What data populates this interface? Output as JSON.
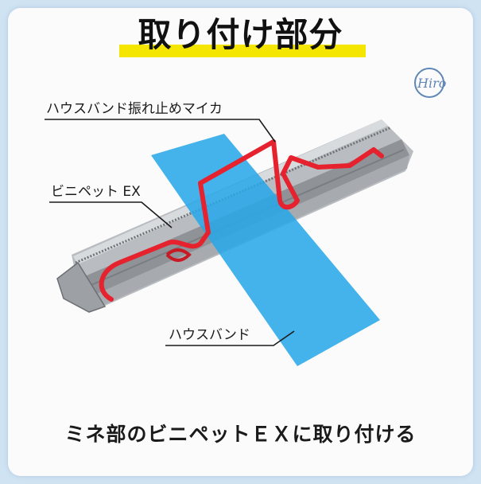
{
  "title": "取り付け部分",
  "caption": "ミネ部のビニペットＥＸに取り付ける",
  "labels": {
    "spring": "ハウスバンド振れ止めマイカ",
    "rail": "ビニペット EX",
    "band": "ハウスバンド"
  },
  "logo": {
    "text": "Hiro",
    "icon": "hiro-logo-icon"
  },
  "colors": {
    "title_highlight": "#f4e600",
    "band": "#2aa7e8",
    "spring": "#e5222d",
    "rail": "#9ea2a6"
  }
}
